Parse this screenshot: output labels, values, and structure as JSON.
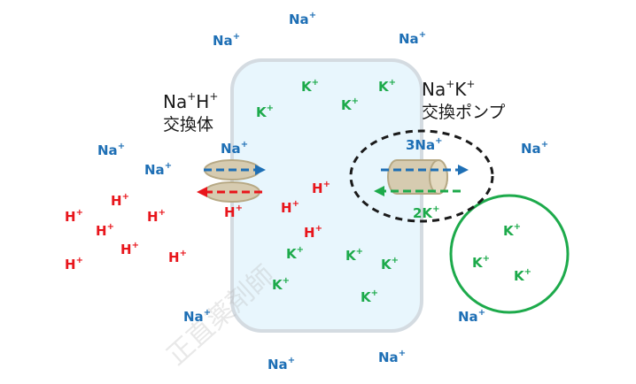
{
  "colors": {
    "na": "#1e6fb5",
    "k": "#1daa4b",
    "h": "#e8151b"
  },
  "ion_text": {
    "na": "Na",
    "k": "K",
    "h": "H",
    "plus": "+"
  },
  "na_h_exchanger": {
    "line1_a": "Na",
    "line1_b": "H",
    "line1_plus": "+",
    "line2": "交換体"
  },
  "na_k_pump": {
    "line1_a": "Na",
    "line1_b": "K",
    "line1_plus": "+",
    "line2": "交換ポンプ",
    "out_label": "3Na",
    "in_label": "2K",
    "plus": "+"
  },
  "watermark": "正直薬剤師"
}
